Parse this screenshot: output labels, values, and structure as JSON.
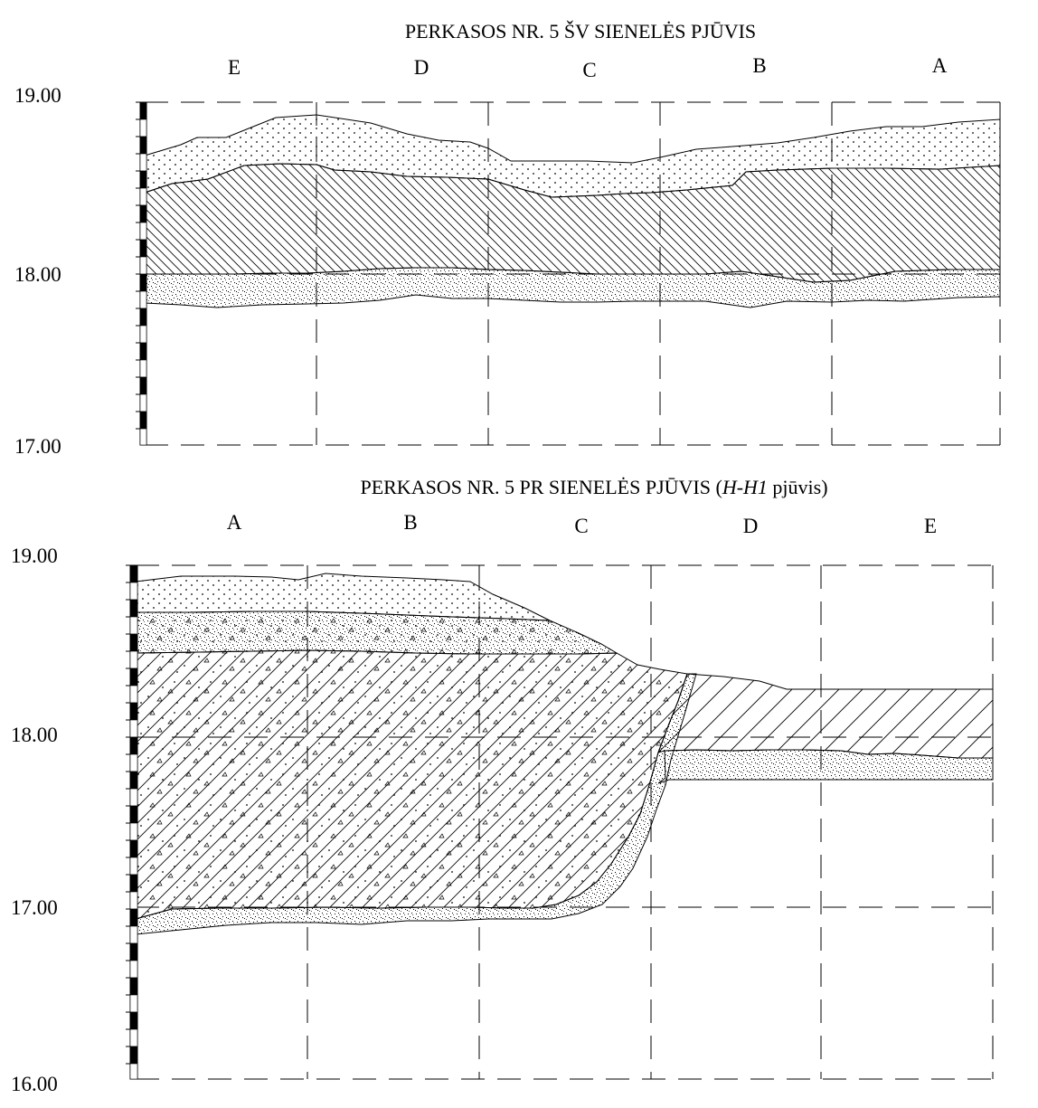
{
  "top_section": {
    "title": "PERKASOS NR. 5 ŠV SIENELĖS PJŪVIS",
    "columns": [
      "E",
      "D",
      "C",
      "B",
      "A"
    ],
    "elevations": [
      "19.00",
      "18.00",
      "17.00"
    ]
  },
  "bottom_section": {
    "title_prefix": "PERKASOS NR. 5 PR SIENELĖS PJŪVIS (",
    "title_italic": "H-H1",
    "title_suffix": " pjūvis)",
    "columns": [
      "A",
      "B",
      "C",
      "D",
      "E"
    ],
    "elevations": [
      "19.00",
      "18.00",
      "17.00",
      "16.00"
    ]
  },
  "colors": {
    "ink": "#000000",
    "paper": "#ffffff"
  }
}
